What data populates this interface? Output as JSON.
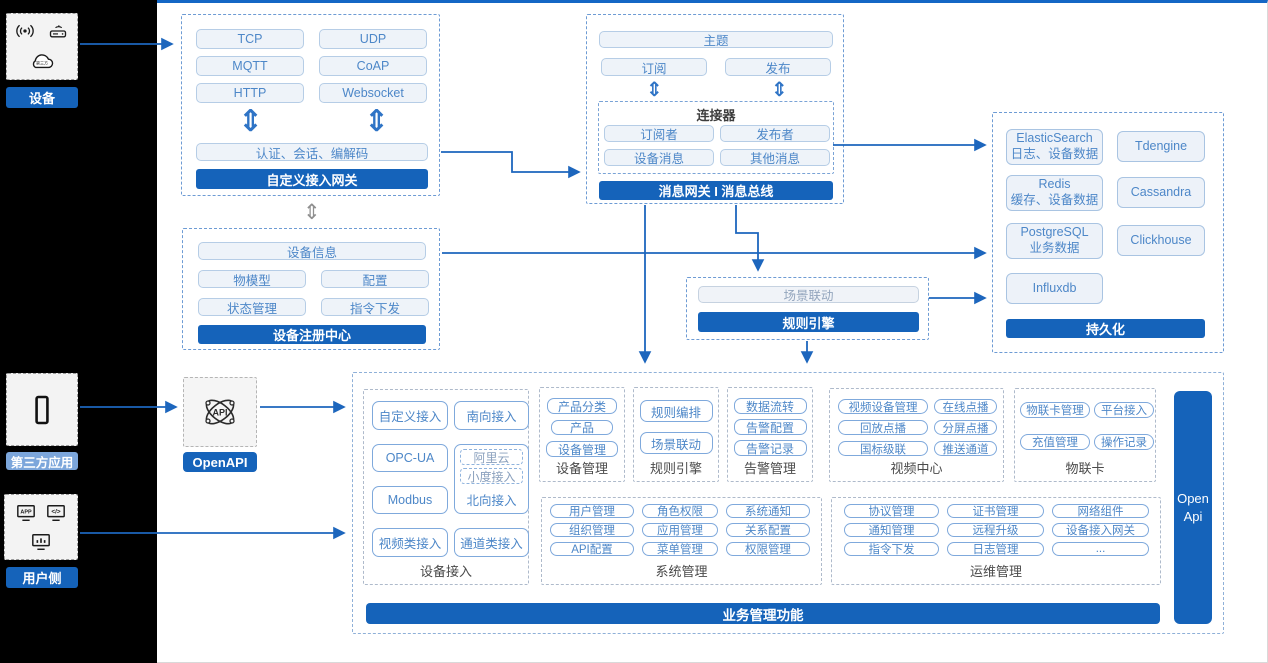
{
  "left_rail": {
    "device": {
      "label": "设备"
    },
    "third_party": {
      "label": "第三方应用"
    },
    "user": {
      "label": "用户侧"
    }
  },
  "gateway": {
    "title": "自定义接入网关",
    "protocols": [
      "TCP",
      "UDP",
      "MQTT",
      "CoAP",
      "HTTP",
      "Websocket"
    ],
    "auth_layer": "认证、会话、编解码"
  },
  "message_bus": {
    "title": "消息网关 I 消息总线",
    "topic": "主题",
    "subscribe": "订阅",
    "publish": "发布",
    "connector": {
      "title": "连接器",
      "items": [
        "订阅者",
        "发布者",
        "设备消息",
        "其他消息"
      ]
    }
  },
  "persistence": {
    "title": "持久化",
    "stores": [
      {
        "name": "ElasticSearch",
        "desc": "日志、设备数据"
      },
      {
        "name": "Tdengine",
        "desc": ""
      },
      {
        "name": "Redis",
        "desc": "缓存、设备数据"
      },
      {
        "name": "Cassandra",
        "desc": ""
      },
      {
        "name": "PostgreSQL",
        "desc": "业务数据"
      },
      {
        "name": "Clickhouse",
        "desc": ""
      },
      {
        "name": "Influxdb",
        "desc": ""
      }
    ]
  },
  "registry": {
    "title": "设备注册中心",
    "device_info": "设备信息",
    "items": [
      "物模型",
      "配置",
      "状态管理",
      "指令下发"
    ]
  },
  "rule_engine": {
    "title": "规则引擎",
    "item": "场景联动"
  },
  "openapi": {
    "label": "OpenAPI"
  },
  "business": {
    "title": "业务管理功能",
    "open_api_bar": "Open Api",
    "device_access": {
      "label": "设备接入",
      "items": [
        "自定义接入",
        "南向接入",
        "OPC-UA",
        "Modbus",
        "视频类接入",
        "通道类接入"
      ],
      "north": {
        "label": "北向接入",
        "subs": [
          "阿里云",
          "小度接入"
        ]
      }
    },
    "device_mgmt": {
      "label": "设备管理",
      "items": [
        "产品分类",
        "产品",
        "设备管理"
      ]
    },
    "rule": {
      "label": "规则引擎",
      "items": [
        "规则编排",
        "场景联动"
      ]
    },
    "alarm": {
      "label": "告警管理",
      "items": [
        "数据流转",
        "告警配置",
        "告警记录"
      ]
    },
    "video": {
      "label": "视频中心",
      "items": [
        "视频设备管理",
        "在线点播",
        "回放点播",
        "分屏点播",
        "国标级联",
        "推送通道"
      ]
    },
    "iot_card": {
      "label": "物联卡",
      "items": [
        "物联卡管理",
        "平台接入",
        "充值管理",
        "操作记录"
      ]
    },
    "system": {
      "label": "系统管理",
      "items": [
        "用户管理",
        "角色权限",
        "系统通知",
        "组织管理",
        "应用管理",
        "关系配置",
        "API配置",
        "菜单管理",
        "权限管理"
      ]
    },
    "ops": {
      "label": "运维管理",
      "items": [
        "协议管理",
        "证书管理",
        "网络组件",
        "通知管理",
        "远程升级",
        "设备接入网关",
        "指令下发",
        "日志管理",
        "..."
      ]
    }
  },
  "icons": {
    "updown_arrow": "⇕"
  },
  "colors": {
    "accent": "#1563ba",
    "pill_text": "#4d87c8",
    "arrow": "#1d66bd"
  }
}
